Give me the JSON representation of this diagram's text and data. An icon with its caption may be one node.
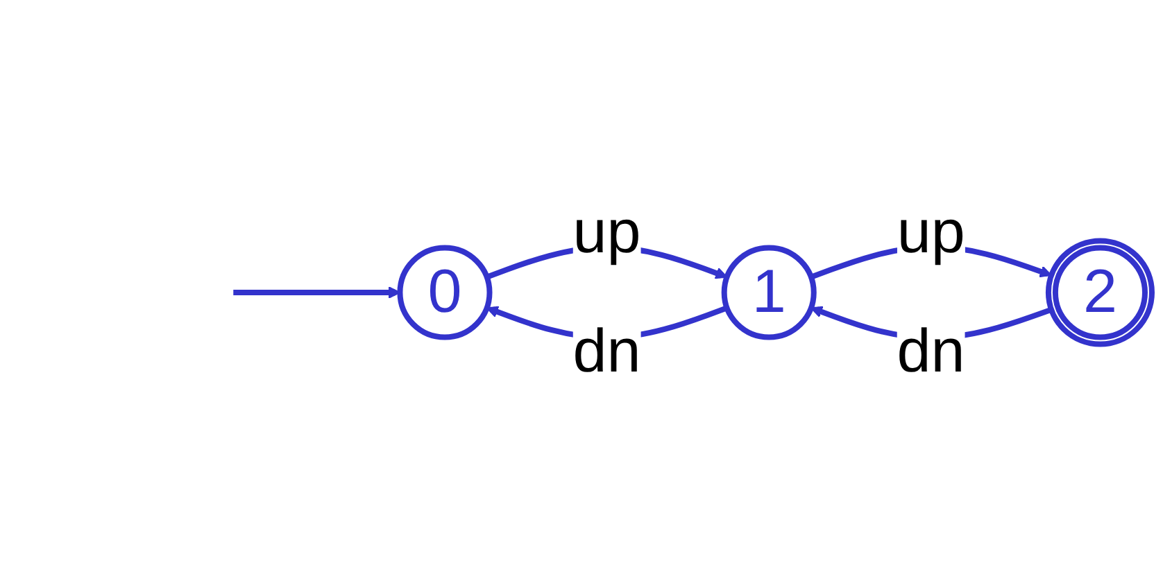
{
  "diagram": {
    "nodes": [
      {
        "text": [
          "0"
        ]
      },
      {
        "text": [
          "1"
        ]
      },
      {
        "text": [
          "2"
        ]
      }
    ],
    "edges": [
      {
        "from": null,
        "to": 0,
        "arrow": "to"
      },
      {
        "from": 0,
        "to": 1,
        "arrow": "to",
        "label": "up"
      },
      {
        "from": 1,
        "to": 2,
        "arrow": "to",
        "label": "up"
      },
      {
        "from": 2,
        "to": 1,
        "arrow": "to",
        "label": "dn"
      },
      {
        "from": 1,
        "to": 0,
        "arrow": "to",
        "label": "dn"
      }
    ]
  }
}
